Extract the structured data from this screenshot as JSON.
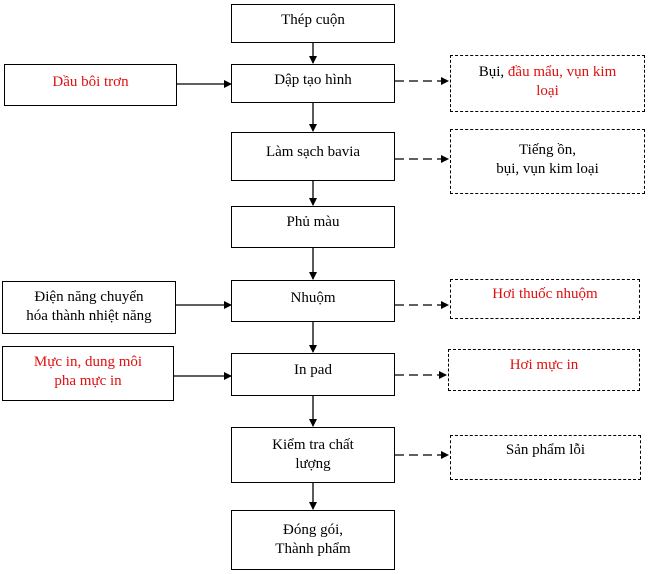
{
  "colors": {
    "highlight": "#e01010",
    "stroke": "#000000"
  },
  "process_steps": [
    {
      "id": "s1",
      "lines": [
        "Thép cuộn"
      ]
    },
    {
      "id": "s2",
      "lines": [
        "Dập tạo hình"
      ]
    },
    {
      "id": "s3",
      "lines": [
        "Làm sạch bavia"
      ]
    },
    {
      "id": "s4",
      "lines": [
        "Phủ màu"
      ]
    },
    {
      "id": "s5",
      "lines": [
        "Nhuộm"
      ]
    },
    {
      "id": "s6",
      "lines": [
        "In pad"
      ]
    },
    {
      "id": "s7",
      "lines": [
        "Kiểm tra chất",
        "lượng"
      ]
    },
    {
      "id": "s8",
      "lines": [
        "Đóng gói,",
        "Thành phẩm"
      ]
    }
  ],
  "inputs": [
    {
      "id": "i1",
      "target": "s2",
      "lines": [
        "Dầu bôi trơn"
      ],
      "highlight": true
    },
    {
      "id": "i2",
      "target": "s5",
      "lines": [
        "Điện năng chuyển",
        "hóa thành nhiệt năng"
      ],
      "highlight": false
    },
    {
      "id": "i3",
      "target": "s6",
      "lines": [
        "Mực in, dung môi",
        "pha mực in"
      ],
      "highlight": true
    }
  ],
  "outputs": [
    {
      "id": "o1",
      "source": "s2",
      "lines_prefix": "Bụi, ",
      "lines_highlight": [
        "đầu mẩu, vụn kim",
        "loại"
      ]
    },
    {
      "id": "o2",
      "source": "s3",
      "lines": [
        "Tiếng ồn,",
        "bụi, vụn kim loại"
      ],
      "highlight": false
    },
    {
      "id": "o3",
      "source": "s5",
      "lines": [
        "Hơi thuốc nhuộm"
      ],
      "highlight": true
    },
    {
      "id": "o4",
      "source": "s6",
      "lines": [
        "Hơi mực in"
      ],
      "highlight": true
    },
    {
      "id": "o5",
      "source": "s7",
      "lines": [
        "Sản phẩm lỗi"
      ],
      "highlight": false
    }
  ]
}
